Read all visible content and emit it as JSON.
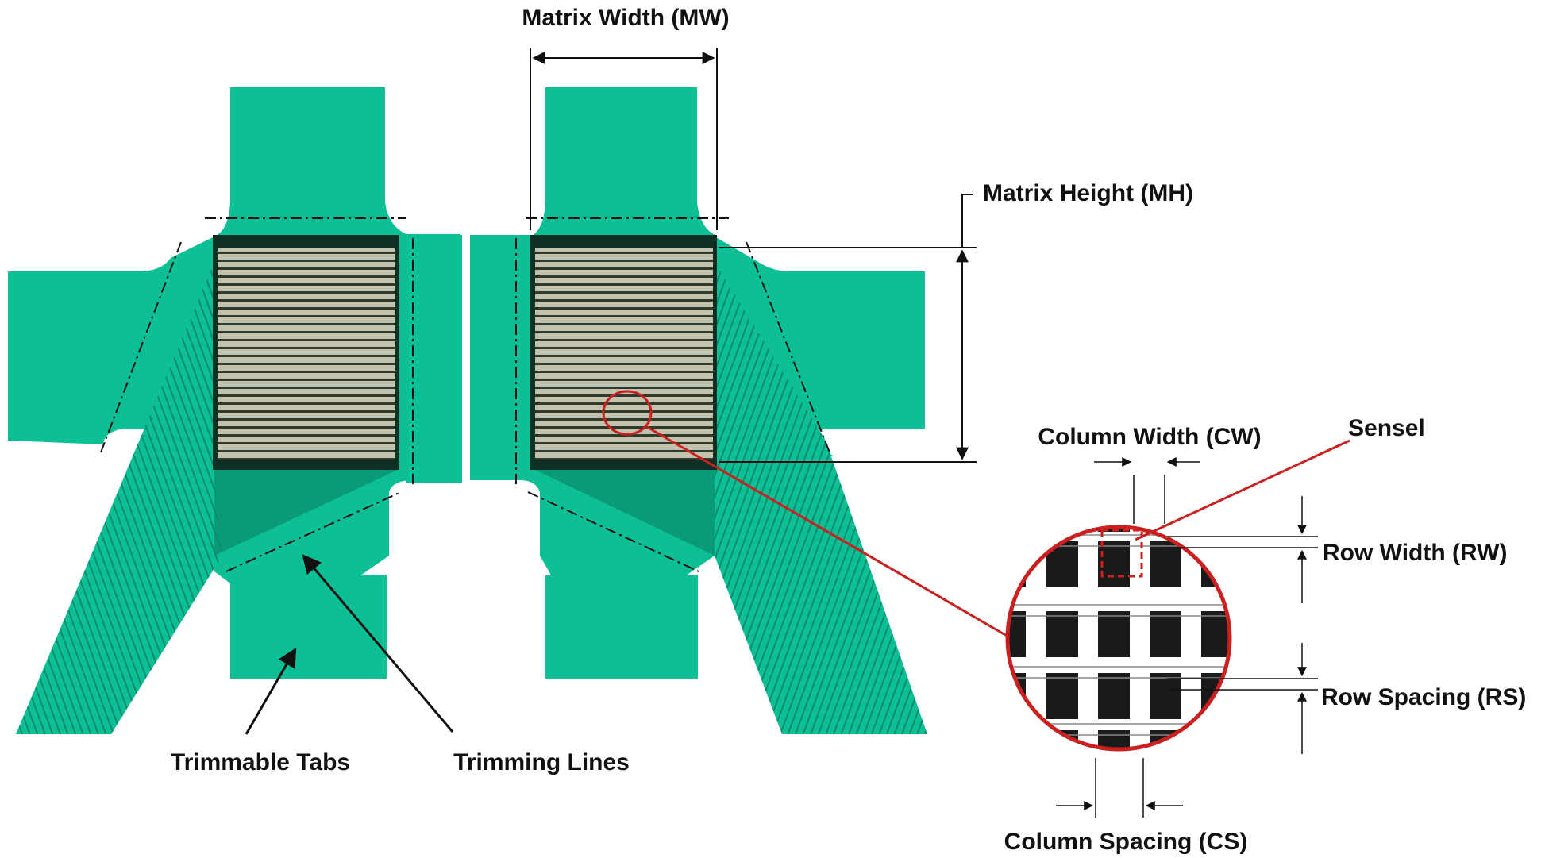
{
  "labels": {
    "matrix_width": "Matrix Width (MW)",
    "matrix_height": "Matrix Height (MH)",
    "column_width": "Column Width (CW)",
    "sensel": "Sensel",
    "row_width": "Row Width (RW)",
    "row_spacing": "Row Spacing (RS)",
    "column_spacing": "Column Spacing (CS)",
    "trimmable_tabs": "Trimmable Tabs",
    "trimming_lines": "Trimming Lines"
  },
  "colors": {
    "substrate": "#0dbf94",
    "substrate_edge": "#0a9e7b",
    "matrix_dark": "#0e2f24",
    "matrix_rows": "#b9b9a3",
    "callout_red": "#cc1f1f",
    "cell_black": "#1a1a1a"
  }
}
